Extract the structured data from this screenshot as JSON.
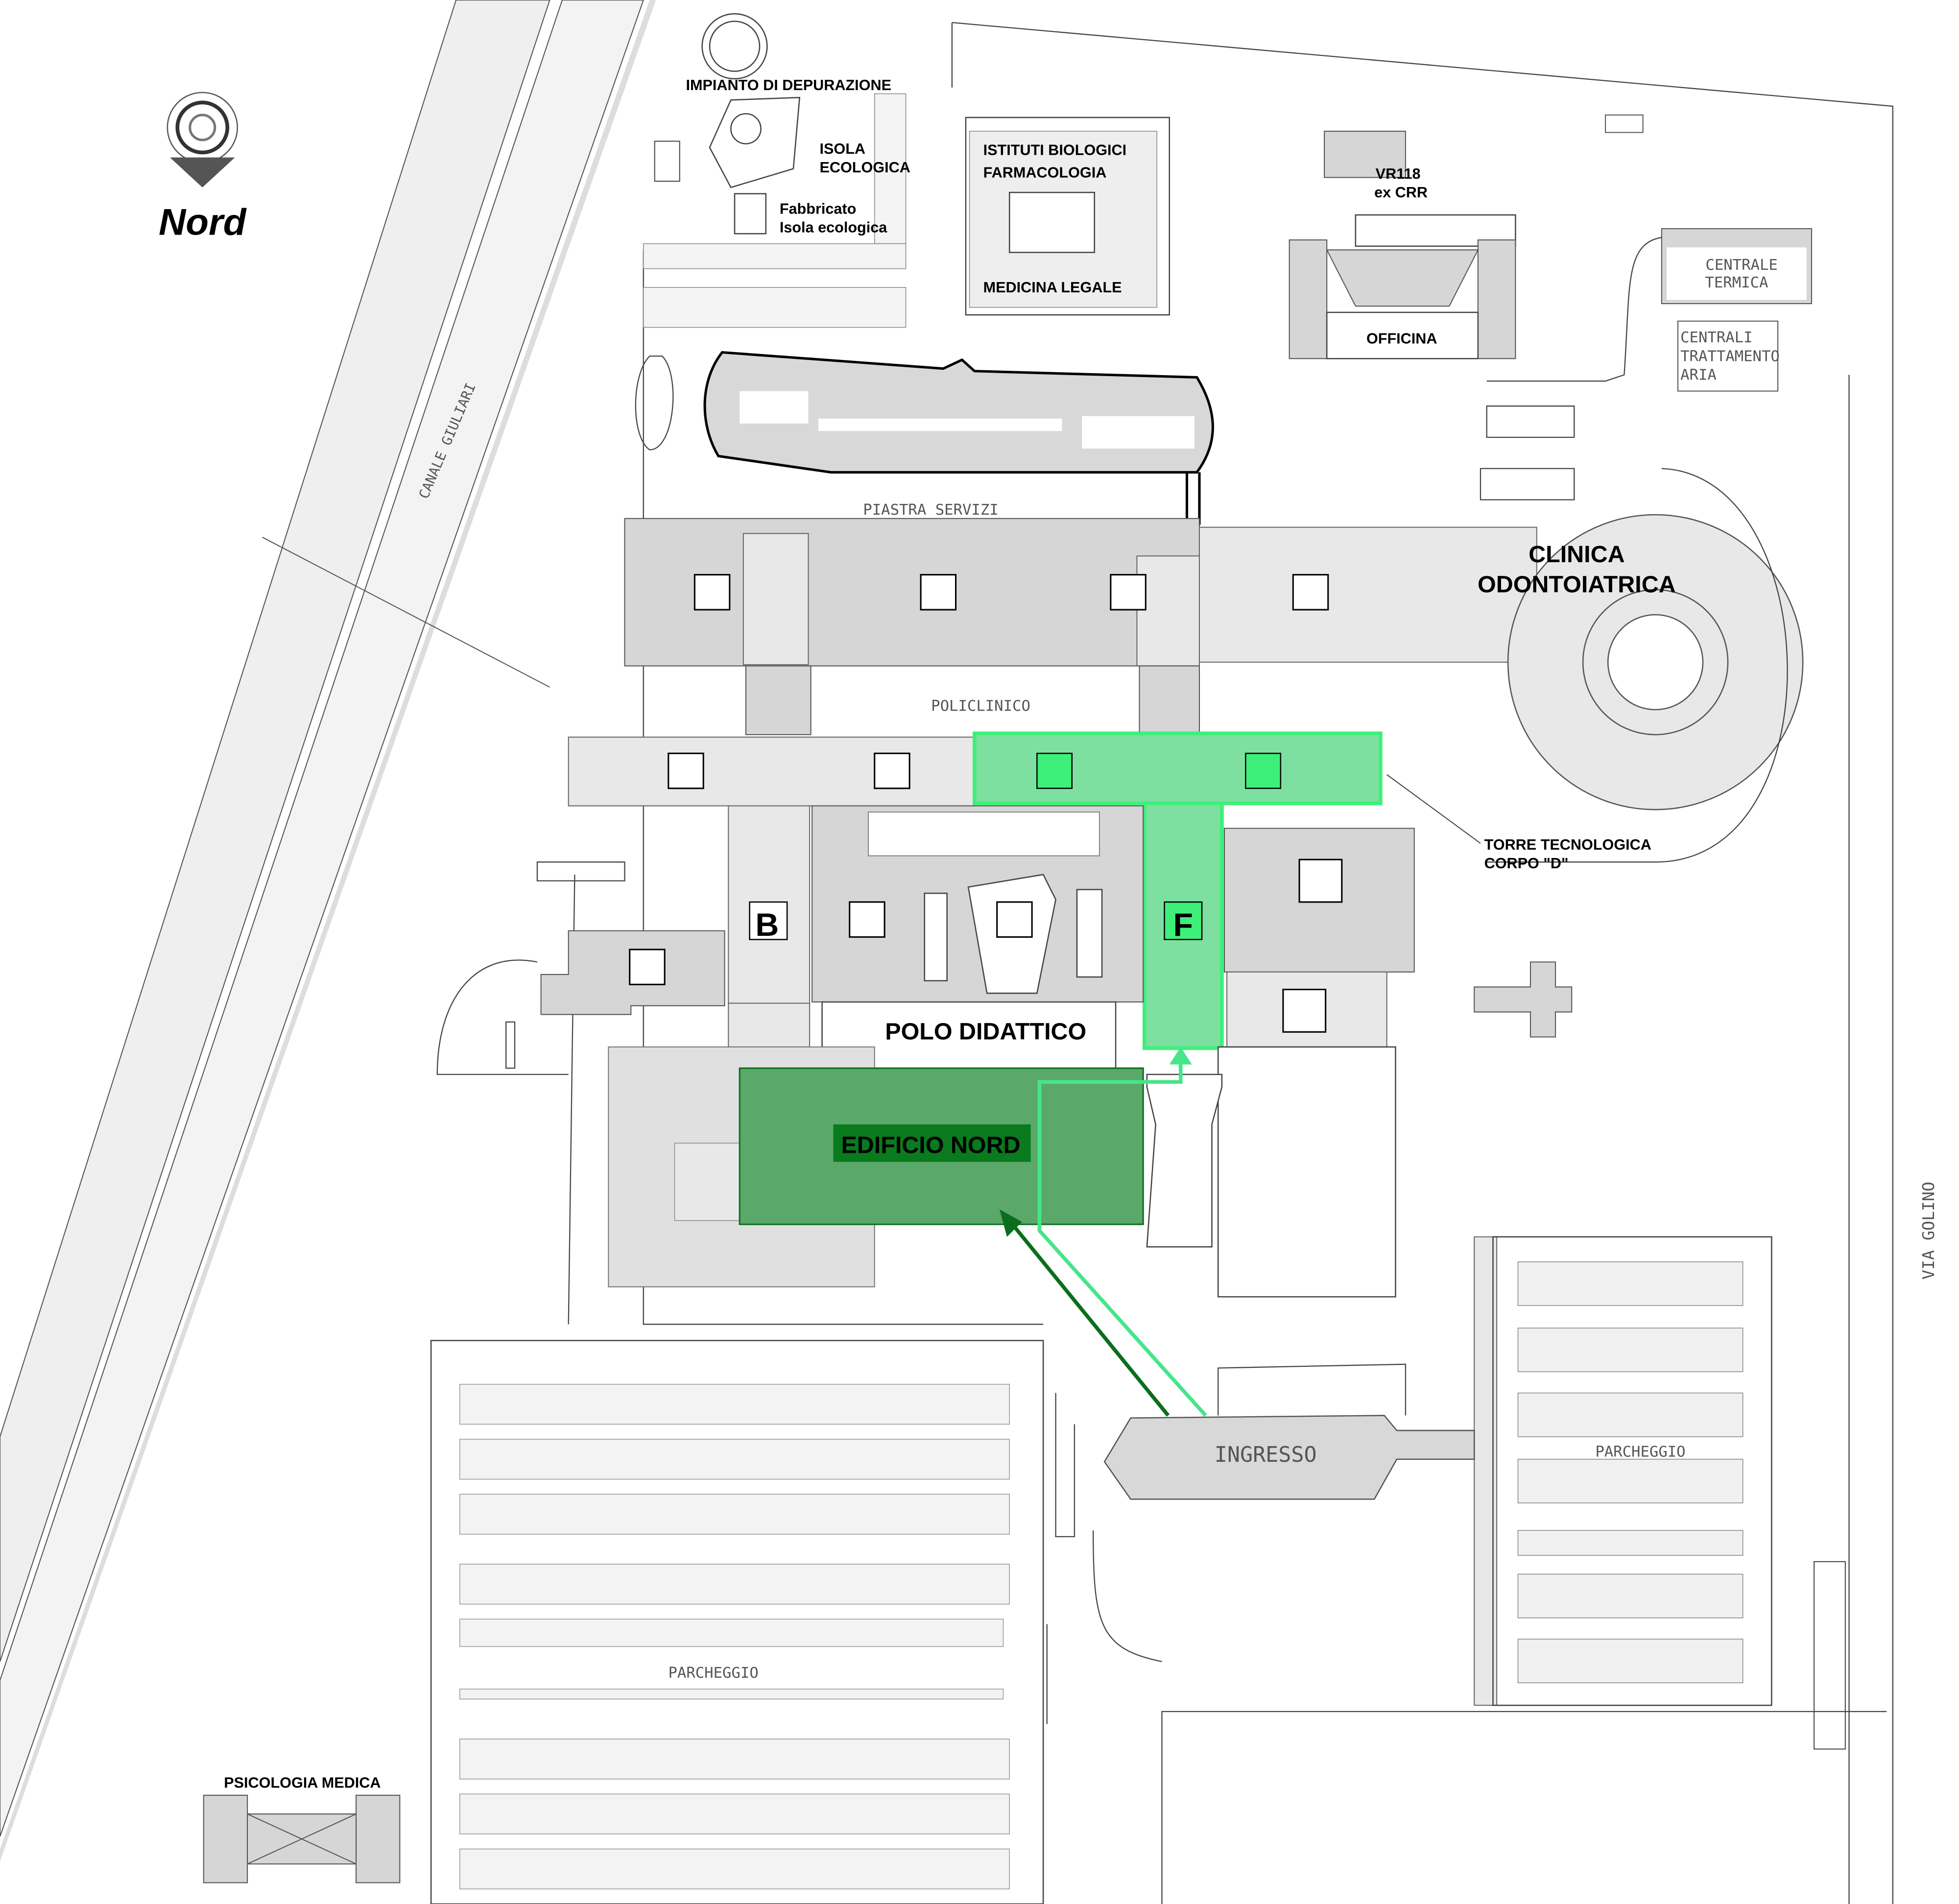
{
  "map": {
    "compass": {
      "label": "Nord"
    },
    "labels": {
      "impianto": "IMPIANTO DI DEPURAZIONE",
      "isola_1": "ISOLA",
      "isola_2": "ECOLOGICA",
      "fabbricato_1": "Fabbricato",
      "fabbricato_2": "Isola ecologica",
      "istituti_1": "ISTITUTI BIOLOGICI",
      "istituti_2": "FARMACOLOGIA",
      "medicina_legale": "MEDICINA LEGALE",
      "vr118_1": "VR118",
      "vr118_2": "ex CRR",
      "officina": "OFFICINA",
      "centrale_1": "CENTRALE",
      "centrale_2": "TERMICA",
      "cta_1": "CENTRALI",
      "cta_2": "TRATTAMENTO",
      "cta_3": "ARIA",
      "canale": "CANALE GIULIARI",
      "piastra": "PIASTRA SERVIZI",
      "clinica_1": "CLINICA",
      "clinica_2": "ODONTOIATRICA",
      "policlinico": "POLICLINICO",
      "torre_1": "TORRE TECNOLOGICA",
      "torre_2": "CORPO \"D\"",
      "block_b": "B",
      "block_f": "F",
      "polo": "POLO DIDATTICO",
      "edificio_nord": "EDIFICIO NORD",
      "via": "VIA GOLINO",
      "ingresso": "INGRESSO",
      "parcheggio_right": "PARCHEGGIO",
      "parcheggio_left": "PARCHEGGIO",
      "psicologia": "PSICOLOGIA MEDICA"
    },
    "colors": {
      "highlight_light": "#3ef07a",
      "highlight_mid": "#7ee0a0",
      "edificio_nord": "#5aa86a",
      "edificio_nord_label": "#0a7a1e",
      "arrow_dark": "#0b6e1c",
      "arrow_light": "#47e58a"
    }
  }
}
